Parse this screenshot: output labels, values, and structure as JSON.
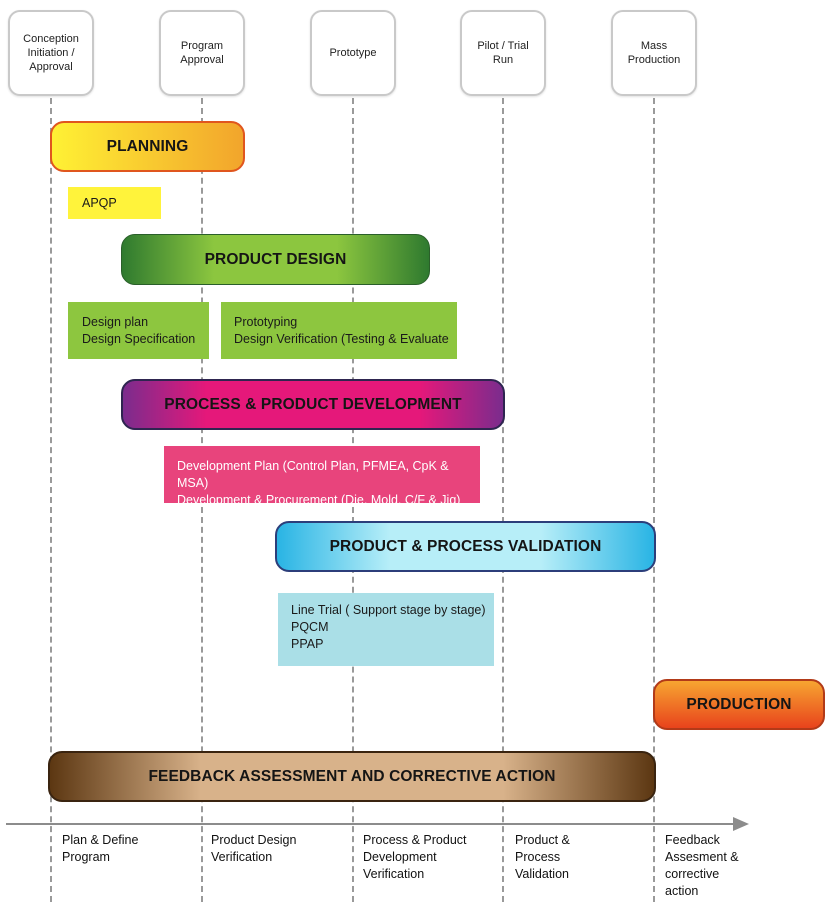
{
  "milestones": [
    {
      "label": "Conception\nInitiation /\nApproval"
    },
    {
      "label": "Program\nApproval"
    },
    {
      "label": "Prototype"
    },
    {
      "label": "Pilot / Trial\nRun"
    },
    {
      "label": "Mass\nProduction"
    }
  ],
  "stages": {
    "planning": "PLANNING",
    "product_design": "PRODUCT DESIGN",
    "process_product_development": "PROCESS & PRODUCT DEVELOPMENT",
    "product_process_validation": "PRODUCT & PROCESS VALIDATION",
    "production": "PRODUCTION",
    "feedback": "FEEDBACK ASSESSMENT AND CORRECTIVE ACTION"
  },
  "notes": {
    "apqp": "APQP",
    "design_left": "Design plan\nDesign Specification",
    "design_right": "Prototyping\nDesign Verification (Testing & Evaluate",
    "development": "Development Plan (Control Plan, PFMEA, CpK & MSA)\nDevelopment & Procurement (Die, Mold, C/F & Jig)",
    "validation": "Line Trial ( Support stage by stage)\nPQCM\nPPAP"
  },
  "phases": [
    {
      "label": "Plan & Define\nProgram"
    },
    {
      "label": "Product Design\nVerification"
    },
    {
      "label": "Process & Product\nDevelopment\nVerification"
    },
    {
      "label": "Product &\nProcess\nValidation"
    },
    {
      "label": "Feedback\nAssesment &\ncorrective\naction"
    }
  ],
  "colors": {
    "planning": [
      "#fff134",
      "#f2a52c"
    ],
    "planning_border": "#e0561e",
    "product_design": [
      "#8cc63f",
      "#2f7a2f"
    ],
    "development": [
      "#e5187a",
      "#7b2c8d"
    ],
    "validation": [
      "#b7eef8",
      "#29b4e4"
    ],
    "production": [
      "#f7a531",
      "#e8431c"
    ],
    "feedback": [
      "#d8b28a",
      "#5c3712"
    ],
    "apqp_note": "#fff33b",
    "design_note": "#8dc63f",
    "development_note": "#e8447c",
    "validation_note": "#aadfe7"
  }
}
